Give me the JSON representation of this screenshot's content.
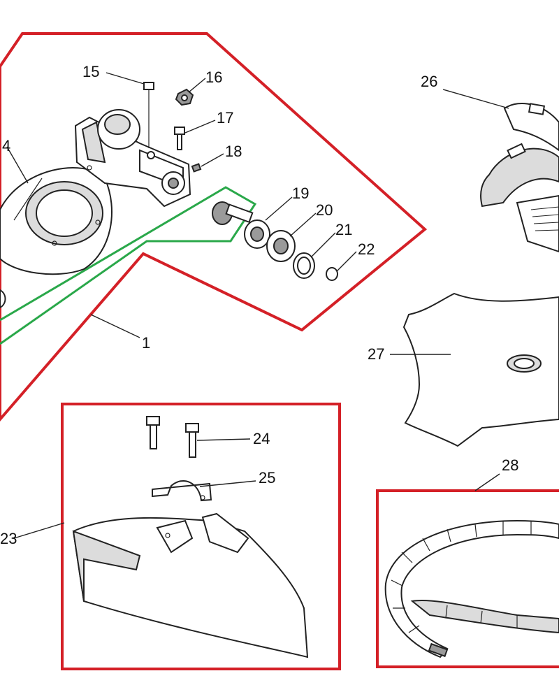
{
  "callouts": {
    "c1": "1",
    "c4": "4",
    "c15": "15",
    "c16": "16",
    "c17": "17",
    "c18": "18",
    "c19": "19",
    "c20": "20",
    "c21": "21",
    "c22": "22",
    "c23": "23",
    "c24": "24",
    "c25": "25",
    "c26": "26",
    "c27": "27",
    "c28": "28"
  },
  "colors": {
    "outline_red": "#d42027",
    "outline_green": "#2aa84a",
    "ink": "#222222"
  }
}
